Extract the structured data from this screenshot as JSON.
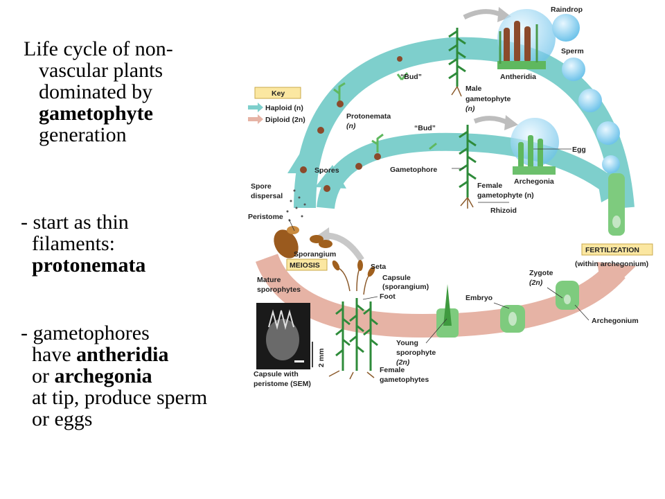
{
  "title": {
    "l1": "Life cycle of non-",
    "l2": "vascular plants",
    "l3": "dominated by",
    "l4": "gametophyte",
    "l5": "generation"
  },
  "bullet1": {
    "l1": "- start as thin",
    "l2": "filaments:",
    "l3": "protonemata"
  },
  "bullet2": {
    "l1": "- gametophores",
    "l2a": "have ",
    "l2b": "antheridia",
    "l3a": "or ",
    "l3b": "archegonia",
    "l4": "at tip, produce sperm",
    "l5": "or eggs"
  },
  "diagram": {
    "key_title": "Key",
    "key_haploid": "Haploid (n)",
    "key_diploid": "Diploid (2n)",
    "raindrop": "Raindrop",
    "sperm": "Sperm",
    "antheridia": "Antheridia",
    "bud_top": "“Bud”",
    "male_gametophyte_1": "Male",
    "male_gametophyte_2": "gametophyte",
    "male_gametophyte_3": "(n)",
    "protonemata_1": "Protonemata",
    "protonemata_2": "(n)",
    "bud_mid": "“Bud”",
    "egg": "Egg",
    "spores": "Spores",
    "gametophore": "Gametophore",
    "archegonia": "Archegonia",
    "spore_dispersal_1": "Spore",
    "spore_dispersal_2": "dispersal",
    "female_gametophyte_1": "Female",
    "female_gametophyte_2": "gametophyte (n)",
    "rhizoid": "Rhizoid",
    "peristome": "Peristome",
    "sporangium": "Sporangium",
    "meiosis": "MEIOSIS",
    "fertilization": "FERTILIZATION",
    "within_archegonium": "(within archegonium)",
    "seta": "Seta",
    "capsule_1": "Capsule",
    "capsule_2": "(sporangium)",
    "mature_1": "Mature",
    "mature_2": "sporophytes",
    "foot": "Foot",
    "embryo": "Embryo",
    "zygote_1": "Zygote",
    "zygote_2": "(2n)",
    "archegonium": "Archegonium",
    "young_1": "Young",
    "young_2": "sporophyte",
    "young_3": "(2n)",
    "female_gametophytes_1": "Female",
    "female_gametophytes_2": "gametophytes",
    "capsule_sem_1": "Capsule with",
    "capsule_sem_2": "peristome (SEM)",
    "scale_bar": "2 mm"
  },
  "colors": {
    "haploid": "#7ecfcc",
    "diploid": "#e6b3a5",
    "key_bg": "#fbe7a1",
    "moss_green": "#2e8b3a",
    "capsule_brown": "#9a5a1e"
  }
}
